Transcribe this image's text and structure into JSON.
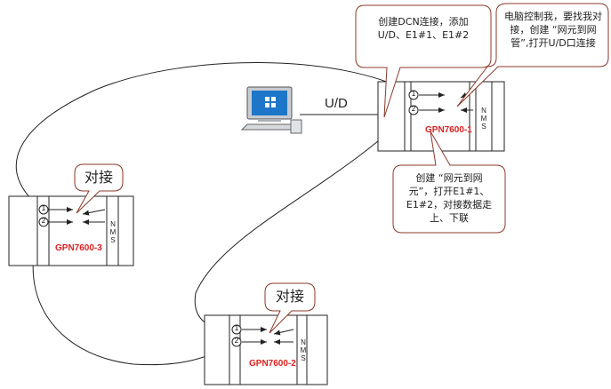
{
  "callouts": {
    "dcn": [
      "创建DCN连接，添加",
      "U/D、E1#1、E1#2"
    ],
    "pc": [
      "电脑控制我，要找我对",
      "接，创建 “网元到网",
      "管”,打开U/D口连接"
    ],
    "gpn1": [
      "创建 “网元到网",
      "元”，打开E1#1、",
      "E1#2，对接数据走",
      "上、下联"
    ],
    "loop3": "对接",
    "loop2": "对接"
  },
  "link_label": "U/D",
  "devices": {
    "gpn1": {
      "name": "GPN7600-1",
      "ports": [
        "1",
        "2"
      ],
      "nms": [
        "N",
        "M",
        "S"
      ]
    },
    "gpn3": {
      "name": "GPN7600-3",
      "ports": [
        "1",
        "2"
      ],
      "nms": [
        "N",
        "M",
        "S"
      ]
    },
    "gpn2": {
      "name": "GPN7600-2",
      "ports": [
        "1",
        "2"
      ],
      "nms": [
        "N",
        "M",
        "S"
      ]
    }
  },
  "icons": {
    "pc": "computer-icon"
  },
  "colors": {
    "device_label": "#e02020",
    "callout_border": "#8b3a2a",
    "line": "#222222"
  }
}
